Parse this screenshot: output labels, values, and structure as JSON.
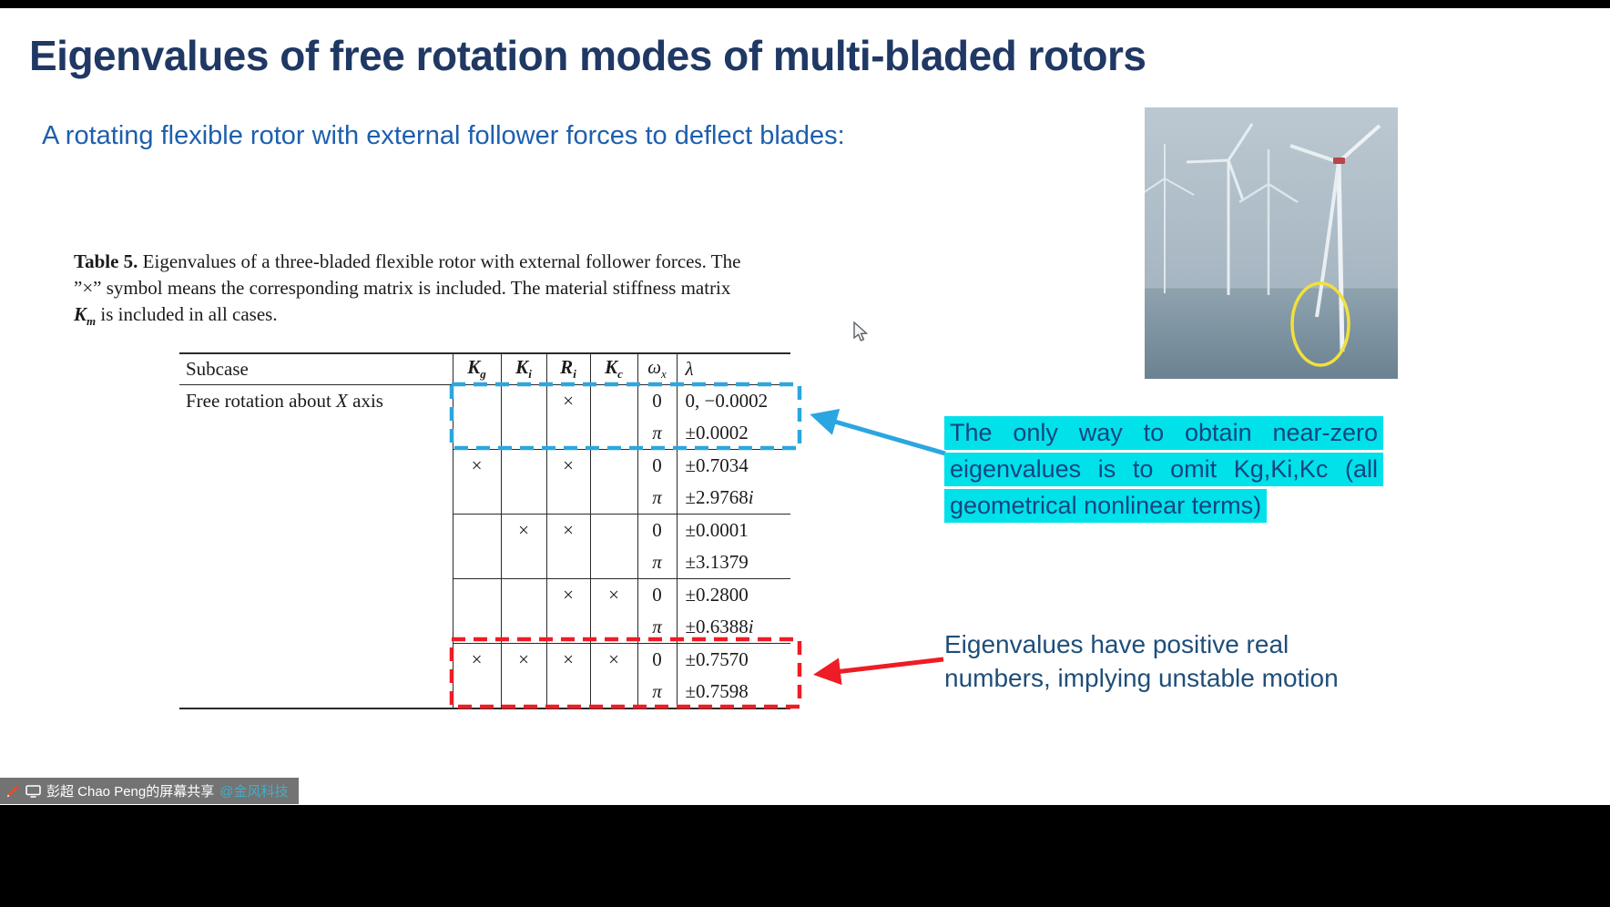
{
  "slide": {
    "title": "Eigenvalues of free rotation modes of multi-bladed rotors",
    "subtitle": "A rotating flexible rotor with external follower forces to deflect blades:"
  },
  "caption": {
    "label": "Table 5.",
    "line1_rest": " Eigenvalues of a three-bladed flexible rotor with external follower forces. The",
    "line2": "”×” symbol means the corresponding matrix is included. The material stiffness matrix",
    "km_base": "K",
    "km_sub": "m",
    "line3_rest": "  is included in all cases."
  },
  "table": {
    "headers": [
      {
        "label": "Subcase",
        "name": "subcase"
      },
      {
        "base": "K",
        "sub": "g",
        "style": "bi",
        "name": "kg"
      },
      {
        "base": "K",
        "sub": "i",
        "style": "bi",
        "name": "ki"
      },
      {
        "base": "R",
        "sub": "i",
        "style": "bi",
        "name": "ri"
      },
      {
        "base": "K",
        "sub": "c",
        "style": "bi",
        "name": "kc"
      },
      {
        "base": "ω",
        "sub": "x",
        "style": "i",
        "name": "omega-x"
      },
      {
        "base": "λ",
        "style": "i",
        "name": "lambda"
      }
    ],
    "groups": [
      {
        "subcase_parts": [
          {
            "t": "Free rotation about "
          },
          {
            "t": "X",
            "i": true
          },
          {
            "t": " axis"
          }
        ],
        "marks": [
          "",
          "",
          "×",
          ""
        ],
        "rows": [
          {
            "omega": "0",
            "lambda": "0, −0.0002"
          },
          {
            "omega": "π",
            "lambda": "±0.0002"
          }
        ]
      },
      {
        "marks": [
          "×",
          "",
          "×",
          ""
        ],
        "rows": [
          {
            "omega": "0",
            "lambda": "±0.7034"
          },
          {
            "omega": "π",
            "lambda": "±2.9768i"
          }
        ]
      },
      {
        "marks": [
          "",
          "×",
          "×",
          ""
        ],
        "rows": [
          {
            "omega": "0",
            "lambda": "±0.0001"
          },
          {
            "omega": "π",
            "lambda": "±3.1379"
          }
        ]
      },
      {
        "marks": [
          "",
          "",
          "×",
          "×"
        ],
        "rows": [
          {
            "omega": "0",
            "lambda": "±0.2800"
          },
          {
            "omega": "π",
            "lambda": "±0.6388i"
          }
        ]
      },
      {
        "marks": [
          "×",
          "×",
          "×",
          "×"
        ],
        "rows": [
          {
            "omega": "0",
            "lambda": "±0.7570"
          },
          {
            "omega": "π",
            "lambda": "±0.7598"
          }
        ]
      }
    ]
  },
  "annotations": {
    "cyan_lines": [
      "The only way to obtain near-zero",
      "eigenvalues is to omit Kg,Ki,Kc (all",
      "geometrical nonlinear terms)"
    ],
    "blue_lines": [
      "Eigenvalues have positive real",
      "numbers, implying unstable motion"
    ]
  },
  "share_bar": {
    "text": "彭超 Chao Peng的屏幕共享",
    "suffix": "@金风科技"
  },
  "colors": {
    "title": "#1f3864",
    "subtitle": "#1d5fae",
    "note_text": "#1f4e79",
    "cyan_highlight": "#00e1ea",
    "cyan_box": "#2ba6e0",
    "red_box": "#ee1c25"
  }
}
